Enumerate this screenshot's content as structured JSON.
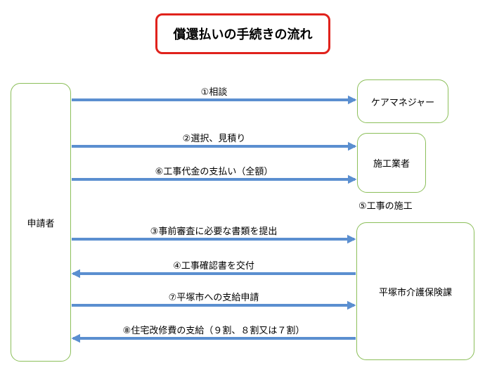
{
  "title": "償還払いの手続きの流れ",
  "nodes": {
    "applicant": "申請者",
    "care_manager": "ケアマネジャー",
    "contractor": "施工業者",
    "city_office": "平塚市介護保険課"
  },
  "contractor_note": "⑤工事の施工",
  "flows": [
    {
      "label": "①相談",
      "direction": "right"
    },
    {
      "label": "②選択、見積り",
      "direction": "right"
    },
    {
      "label": "⑥工事代金の支払い（全額）",
      "direction": "right"
    },
    {
      "label": "③事前審査に必要な書類を提出",
      "direction": "right"
    },
    {
      "label": "④工事確認書を交付",
      "direction": "left"
    },
    {
      "label": "⑦平塚市への支給申請",
      "direction": "right"
    },
    {
      "label": "⑧住宅改修費の支給（９割、８割又は７割）",
      "direction": "left"
    }
  ],
  "colors": {
    "arrow": "#5b8fd0",
    "box_border": "#8cbf5a",
    "title_border": "#e0221c"
  }
}
